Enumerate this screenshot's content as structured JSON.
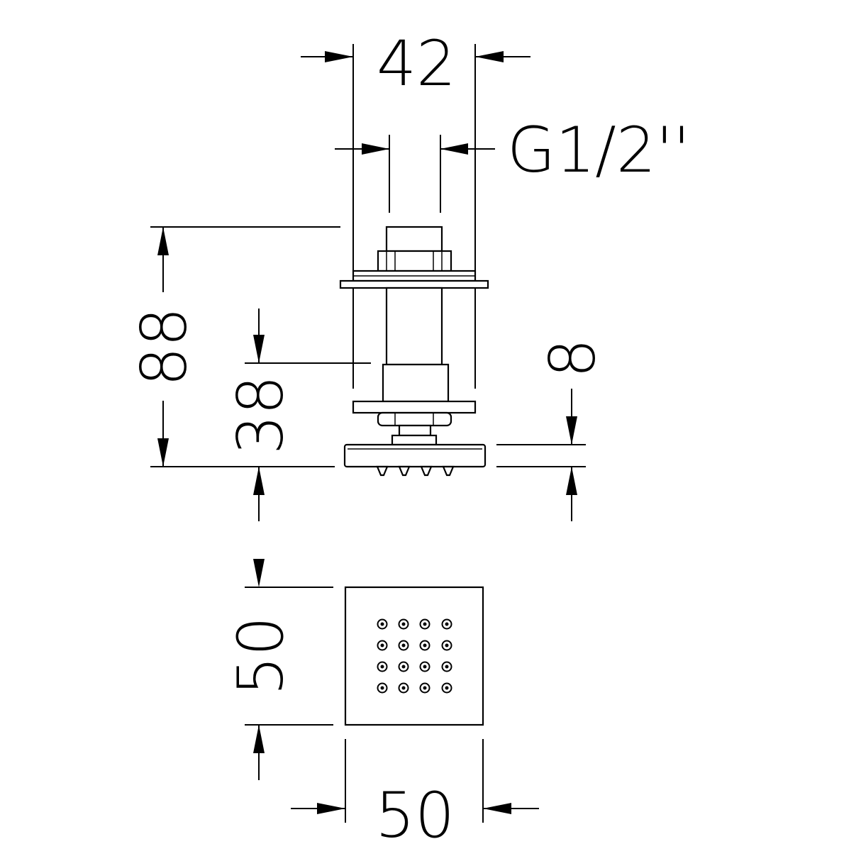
{
  "dimensions": {
    "top_width": "42",
    "thread": "G1/2''",
    "total_height": "88",
    "body_height": "38",
    "head_thickness": "8",
    "face_height": "50",
    "face_width": "50"
  }
}
